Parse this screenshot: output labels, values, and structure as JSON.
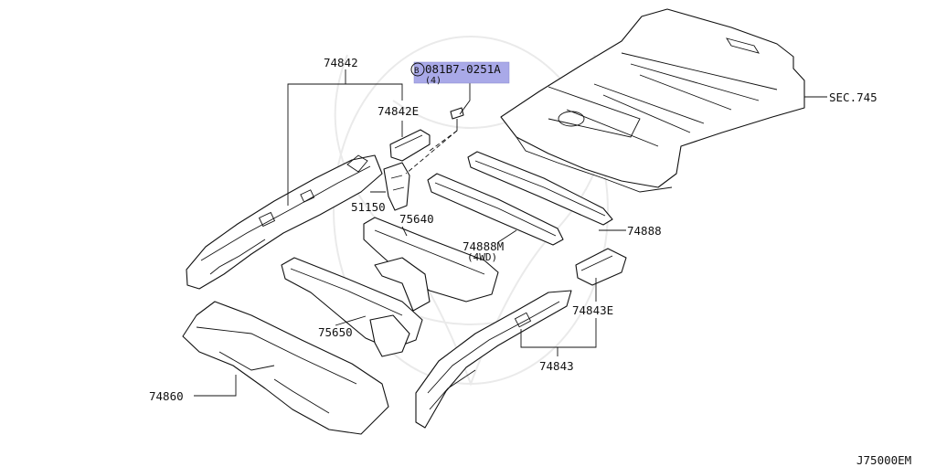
{
  "diagram": {
    "code": "J75000EM",
    "labels": {
      "p74842": "74842",
      "p74842e": "74842E",
      "bolt_symbol": "B",
      "bolt_part": "081B7-0251A",
      "bolt_qty": "(4)",
      "p51150": "51150",
      "p75640": "75640",
      "p74888m": "74888M",
      "p74888m_note": "(4WD)",
      "p74888": "74888",
      "p75650": "75650",
      "p74843e": "74843E",
      "p74843": "74843",
      "p74860": "74860",
      "sec745": "SEC.745"
    },
    "highlight_color": "#a9a9e8"
  }
}
